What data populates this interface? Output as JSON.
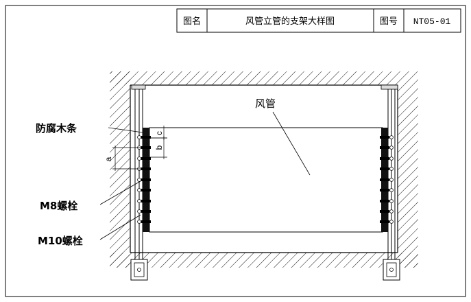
{
  "title_block": {
    "name_label": "图名",
    "name_value": "风管立管的支架大样图",
    "number_label": "图号",
    "number_value": "NT05-01"
  },
  "labels": {
    "duct": "风管",
    "wood_strip": "防腐木条",
    "m8_bolt": "M8螺栓",
    "m10_bolt": "M10螺栓"
  },
  "dimensions": {
    "a": "a",
    "b": "b",
    "c": "c"
  }
}
